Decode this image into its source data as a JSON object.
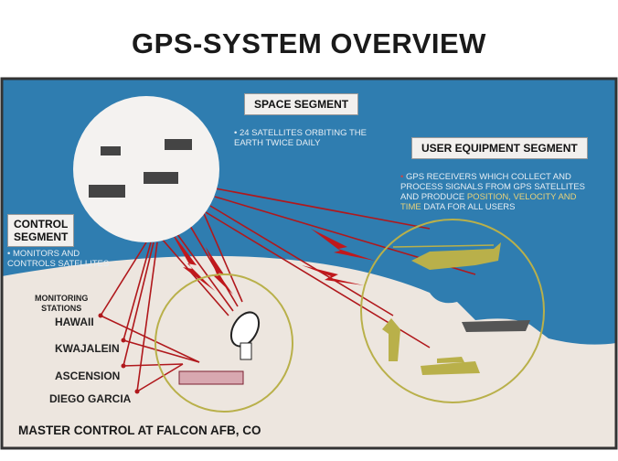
{
  "title": "GPS-SYSTEM OVERVIEW",
  "space_segment": {
    "label": "SPACE SEGMENT",
    "bullet": "24 SATELLITES ORBITING THE",
    "bullet_line2": "EARTH TWICE DAILY"
  },
  "user_segment": {
    "label": "USER EQUIPMENT SEGMENT",
    "line1": "GPS RECEIVERS WHICH COLLECT AND",
    "line2": "PROCESS SIGNALS FROM GPS SATELLITES",
    "line3_a": "AND PRODUCE ",
    "line3_b": "POSITION, VELOCITY AND",
    "line4_a": "TIME",
    "line4_b": " DATA FOR ALL USERS"
  },
  "control_segment": {
    "label_line1": "CONTROL",
    "label_line2": "SEGMENT",
    "bullet": "MONITORS AND",
    "bullet_line2": "CONTROLS SATELLITES"
  },
  "monitoring": {
    "heading_line1": "MONITORING",
    "heading_line2": "STATIONS",
    "stations": [
      "HAWAII",
      "KWAJALEIN",
      "ASCENSION",
      "DIEGO GARCIA"
    ]
  },
  "master_control": "MASTER CONTROL AT FALCON AFB, CO",
  "colors": {
    "ocean": "#2f7db0",
    "land": "#ede6df",
    "signal": "#b0181c",
    "circle": "#b9b04a",
    "highlight": "#e8d27a"
  }
}
